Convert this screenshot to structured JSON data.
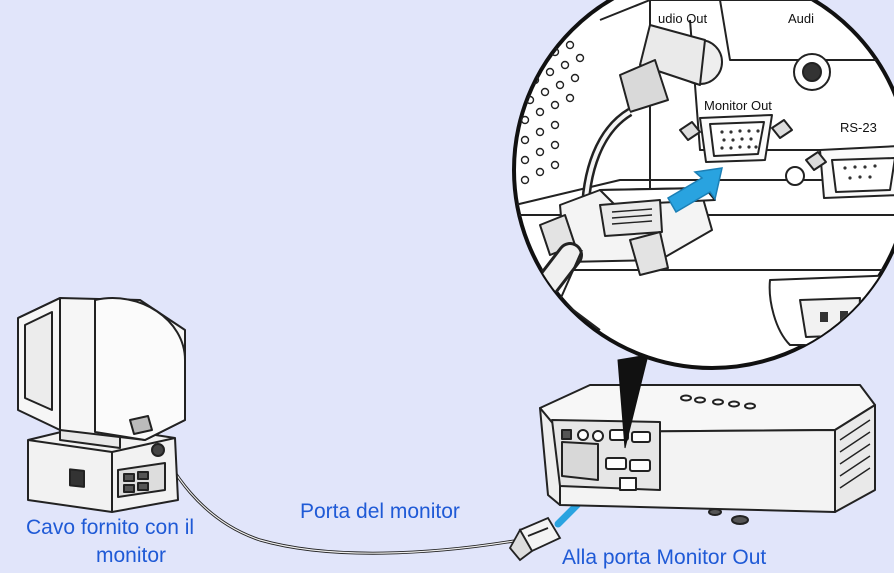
{
  "panel_labels": {
    "audio_out": "udio Out",
    "audio_in": "Audi",
    "monitor_out": "Monitor Out",
    "rs232": "RS-23"
  },
  "captions": {
    "cable_line1": "Cavo fornito con il",
    "cable_line2": "monitor",
    "monitor_port": "Porta del monitor",
    "to_port": "Alla porta Monitor Out"
  },
  "colors": {
    "background": "#e1e5fa",
    "caption": "#1f5ad6",
    "arrow": "#29a3e0"
  }
}
